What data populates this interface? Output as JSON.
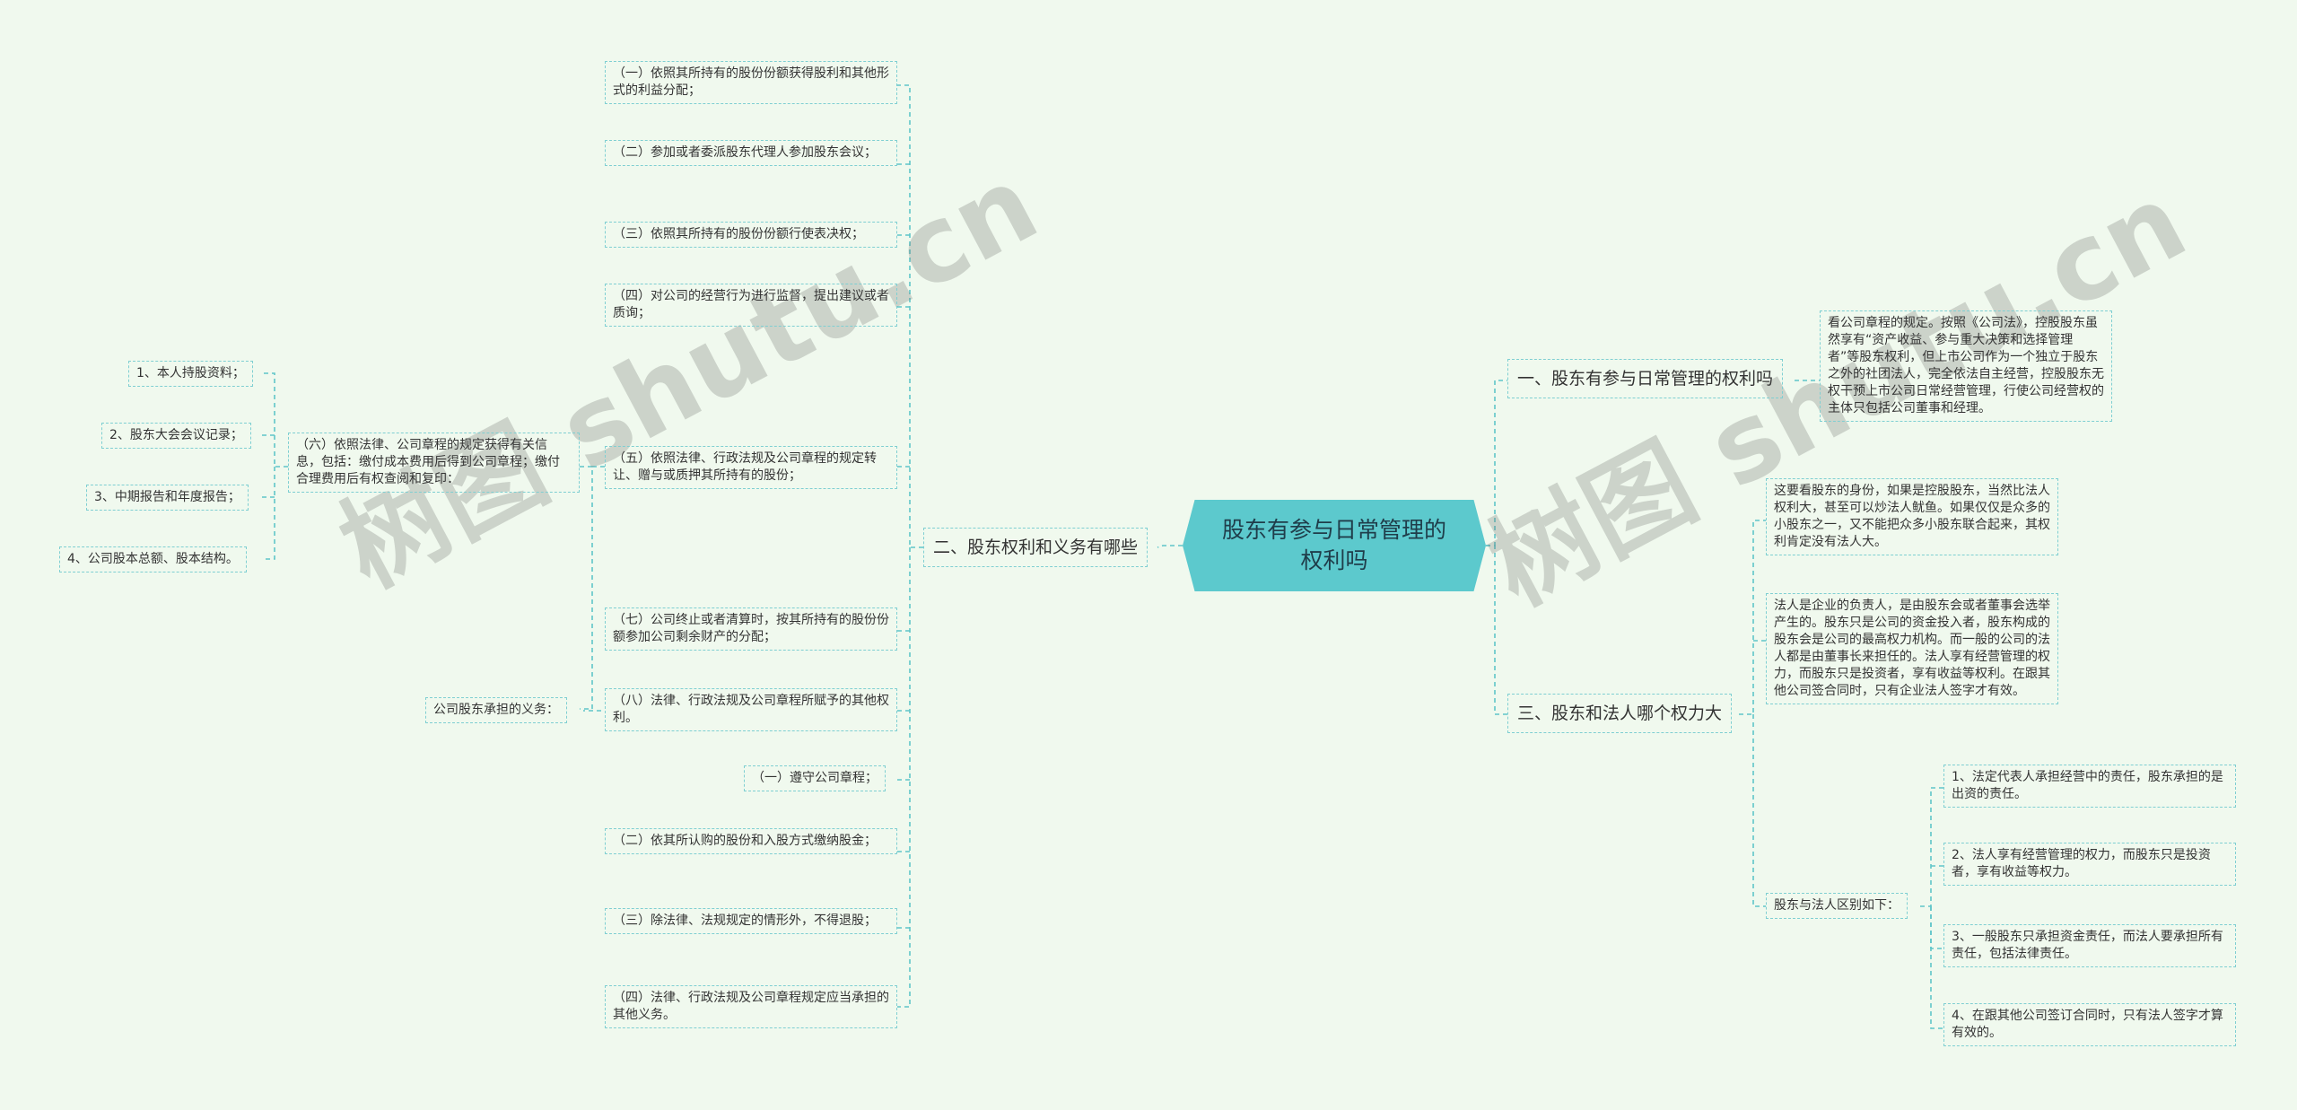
{
  "root": "股东有参与日常管理的权利吗",
  "left_branch": {
    "title": "二、股东权利和义务有哪些",
    "items": [
      "（一）依照其所持有的股份份额获得股利和其他形式的利益分配；",
      "（二）参加或者委派股东代理人参加股东会议；",
      "（三）依照其所持有的股份份额行使表决权；",
      "（四）对公司的经营行为进行监督，提出建议或者质询；",
      "（五）依照法律、行政法规及公司章程的规定转让、赠与或质押其所持有的股份；",
      "（七）公司终止或者清算时，按其所持有的股份份额参加公司剩余财产的分配；",
      "（八）法律、行政法规及公司章程所赋予的其他权利。",
      "（一）遵守公司章程；",
      "（二）依其所认购的股份和入股方式缴纳股金；",
      "（三）除法律、法规规定的情形外，不得退股；",
      "（四）法律、行政法规及公司章程规定应当承担的其他义务。"
    ],
    "item6": "（六）依照法律、公司章程的规定获得有关信息，包括：缴付成本费用后得到公司章程；缴付合理费用后有权查阅和复印：",
    "item6_children": [
      "1、本人持股资料；",
      "2、股东大会会议记录；",
      "3、中期报告和年度报告；",
      "4、公司股本总额、股本结构。"
    ],
    "obligations_label": "公司股东承担的义务："
  },
  "right_branch_1": {
    "title": "一、股东有参与日常管理的权利吗",
    "text": "看公司章程的规定。按照《公司法》，控股股东虽然享有“资产收益、参与重大决策和选择管理者”等股东权利，但上市公司作为一个独立于股东之外的社团法人，完全依法自主经营，控股股东无权干预上市公司日常经营管理，行使公司经营权的主体只包括公司董事和经理。"
  },
  "right_branch_3": {
    "title": "三、股东和法人哪个权力大",
    "texts": [
      "这要看股东的身份，如果是控股股东，当然比法人权利大，甚至可以炒法人鱿鱼。如果仅仅是众多的小股东之一，又不能把众多小股东联合起来，其权利肯定没有法人大。",
      "法人是企业的负责人，是由股东会或者董事会选举产生的。股东只是公司的资金投入者，股东构成的股东会是公司的最高权力机构。而一般的公司的法人都是由董事长来担任的。法人享有经营管理的权力，而股东只是投资者，享有收益等权利。在跟其他公司签合同时，只有企业法人签字才有效。"
    ],
    "diff_label": "股东与法人区别如下：",
    "diff_items": [
      "1、法定代表人承担经营中的责任，股东承担的是出资的责任。",
      "2、法人享有经营管理的权力，而股东只是投资者，享有收益等权力。",
      "3、一般股东只承担资金责任，而法人要承担所有责任，包括法律责任。",
      "4、在跟其他公司签订合同时，只有法人签字才算有效的。"
    ]
  },
  "watermarks": [
    "树图 shutu.cn",
    "树图 shutu.cn"
  ],
  "colors": {
    "background": "#f0f9ee",
    "root_fill": "#5cc9cd",
    "line": "#5fc5c9",
    "node_border": "#7fcfd2"
  }
}
